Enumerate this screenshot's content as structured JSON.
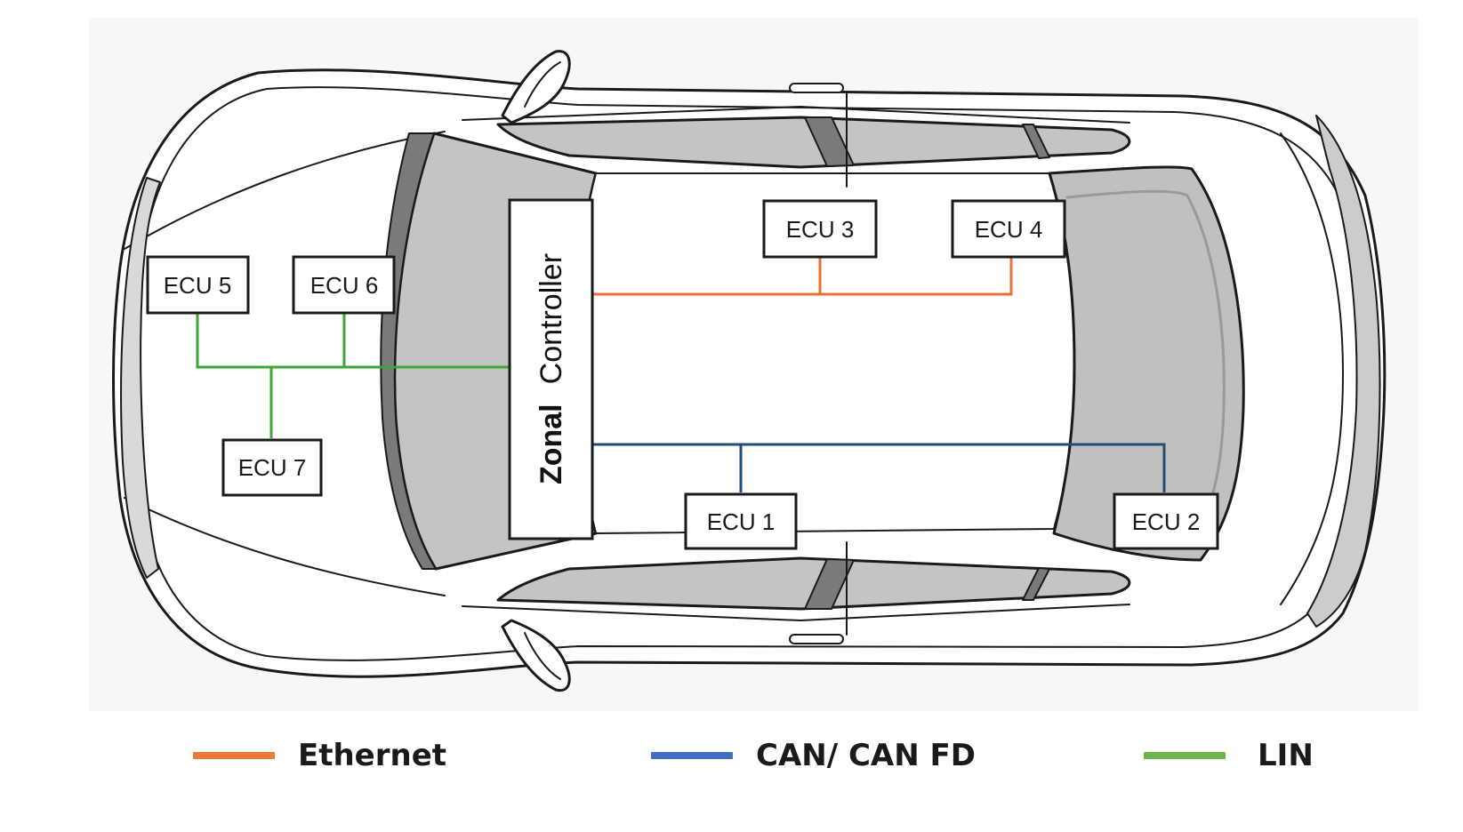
{
  "colors": {
    "ethernet": "#EE7A35",
    "can": "#3F6FC4",
    "lin": "#6BB54A",
    "canLineDark": "#1F4E79",
    "linLine": "#3FA535",
    "ethLine": "#E8713A"
  },
  "zonal_controller": {
    "word1": "Zonal",
    "word2": "Controller"
  },
  "ecus": [
    {
      "id": "ecu1",
      "label": "ECU 1"
    },
    {
      "id": "ecu2",
      "label": "ECU 2"
    },
    {
      "id": "ecu3",
      "label": "ECU 3"
    },
    {
      "id": "ecu4",
      "label": "ECU 4"
    },
    {
      "id": "ecu5",
      "label": "ECU 5"
    },
    {
      "id": "ecu6",
      "label": "ECU 6"
    },
    {
      "id": "ecu7",
      "label": "ECU 7"
    }
  ],
  "legend": [
    {
      "id": "ethernet",
      "label": "Ethernet",
      "color": "#EE7A35"
    },
    {
      "id": "can",
      "label": "CAN/ CAN FD",
      "color": "#3F6FC4"
    },
    {
      "id": "lin",
      "label": "LIN",
      "color": "#6BB54A"
    }
  ]
}
